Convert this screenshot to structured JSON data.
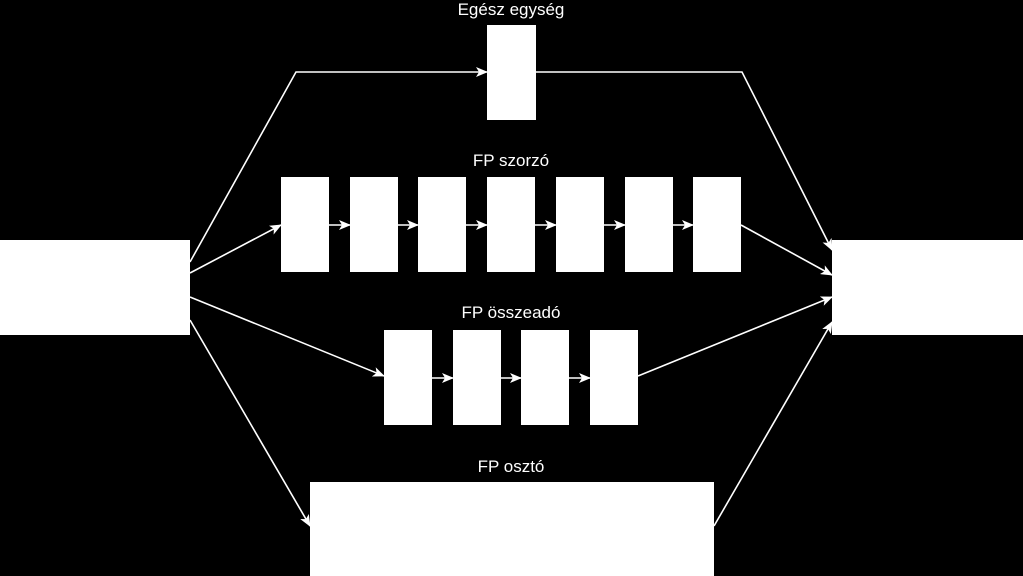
{
  "diagram": {
    "colors": {
      "background": "#000000",
      "foreground": "#ffffff"
    },
    "units": {
      "integer": {
        "label": "Egész egység",
        "stages": 1
      },
      "fp_multiplier": {
        "label": "FP szorzó",
        "stages": 7
      },
      "fp_adder": {
        "label": "FP összeadó",
        "stages": 4
      },
      "fp_divider": {
        "label": "FP osztó",
        "stages": 1
      }
    }
  }
}
